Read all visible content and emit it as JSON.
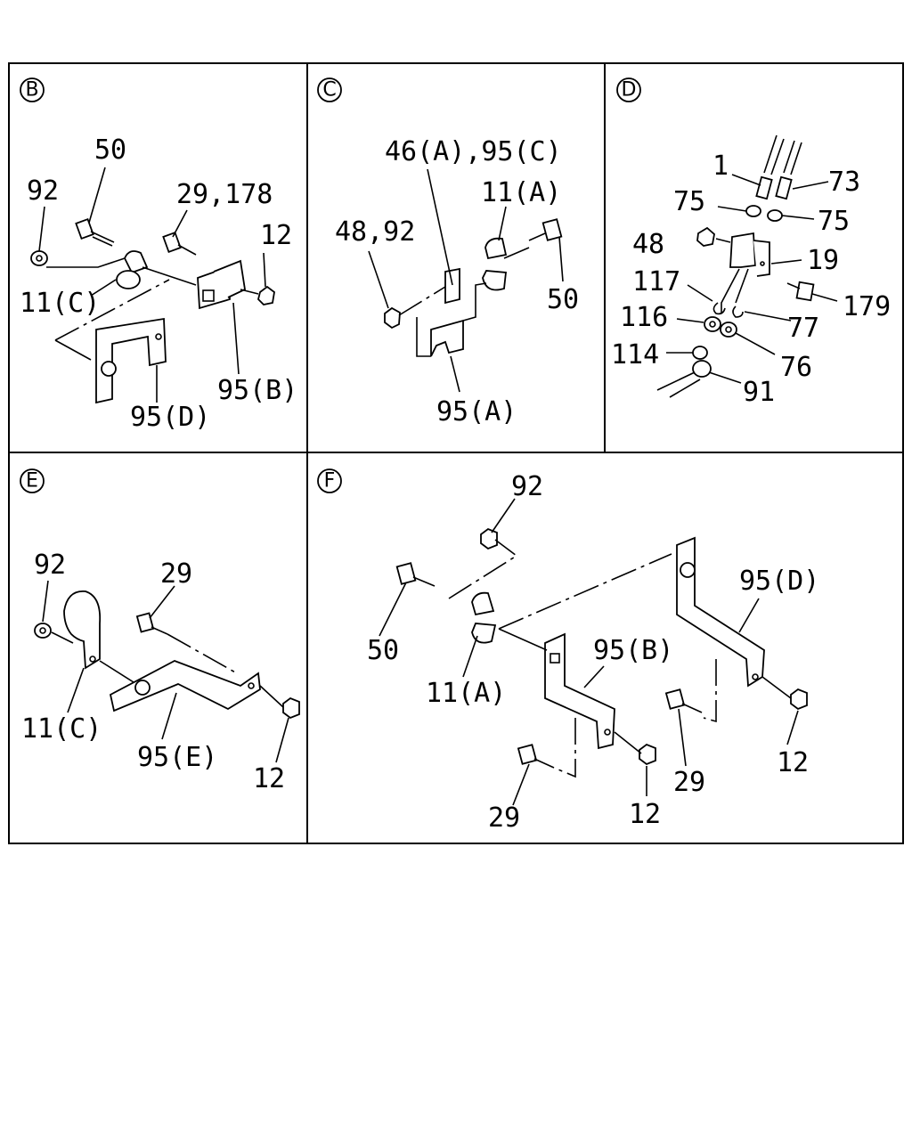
{
  "panels": {
    "B": {
      "title": "B",
      "labels": [
        "50",
        "92",
        "29,178",
        "12",
        "11(C)",
        "95(B)",
        "95(D)"
      ]
    },
    "C": {
      "title": "C",
      "labels": [
        "46(A),95(C)",
        "11(A)",
        "48,92",
        "50",
        "95(A)"
      ]
    },
    "D": {
      "title": "D",
      "labels": [
        "1",
        "73",
        "75",
        "75",
        "48",
        "19",
        "117",
        "179",
        "116",
        "77",
        "114",
        "76",
        "91"
      ]
    },
    "E": {
      "title": "E",
      "labels": [
        "92",
        "29",
        "11(C)",
        "95(E)",
        "12"
      ]
    },
    "F": {
      "title": "F",
      "labels": [
        "92",
        "95(D)",
        "50",
        "95(B)",
        "11(A)",
        "29",
        "12",
        "29",
        "12"
      ]
    }
  }
}
